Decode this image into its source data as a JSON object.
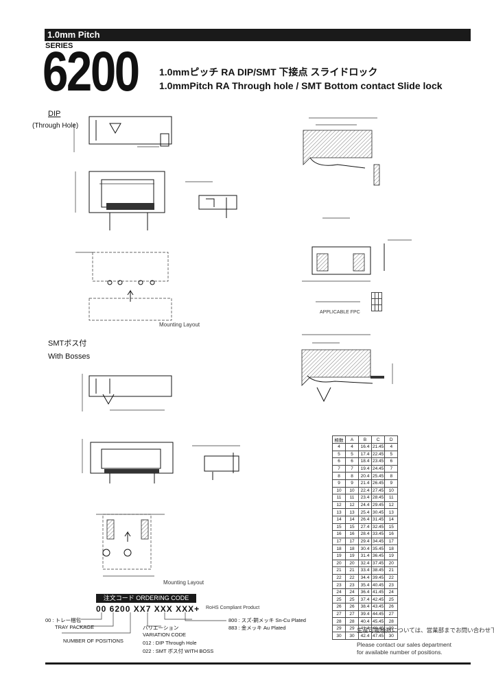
{
  "header": {
    "pitch": "1.0mm Pitch",
    "series_label": "SERIES",
    "series_number": "6200",
    "title_jp": "1.0mmピッチ RA DIP/SMT 下接点 スライドロック",
    "title_en": "1.0mmPitch RA Through hole / SMT Bottom contact Slide lock"
  },
  "sections": {
    "dip_label": "DIP",
    "dip_sub": "(Through Hole)",
    "smt_label": "SMTボス付",
    "smt_sub": "With Bosses",
    "mounting_layout_1": "Mounting Layout",
    "mounting_layout_2": "Mounting Layout",
    "applicable_fpc": "APPLICABLE FPC"
  },
  "dims_table": {
    "headers": [
      "極数",
      "A",
      "B",
      "C",
      "D"
    ],
    "rows": [
      [
        "4",
        "4",
        "16.4",
        "21.45",
        "4"
      ],
      [
        "5",
        "5",
        "17.4",
        "22.45",
        "5"
      ],
      [
        "6",
        "6",
        "18.4",
        "23.45",
        "6"
      ],
      [
        "7",
        "7",
        "19.4",
        "24.45",
        "7"
      ],
      [
        "8",
        "8",
        "20.4",
        "25.45",
        "8"
      ],
      [
        "9",
        "9",
        "21.4",
        "26.45",
        "9"
      ],
      [
        "10",
        "10",
        "22.4",
        "27.45",
        "10"
      ],
      [
        "11",
        "11",
        "23.4",
        "28.45",
        "11"
      ],
      [
        "12",
        "12",
        "24.4",
        "29.45",
        "12"
      ],
      [
        "13",
        "13",
        "25.4",
        "30.45",
        "13"
      ],
      [
        "14",
        "14",
        "26.4",
        "31.45",
        "14"
      ],
      [
        "15",
        "15",
        "27.4",
        "32.45",
        "15"
      ],
      [
        "16",
        "16",
        "28.4",
        "33.45",
        "16"
      ],
      [
        "17",
        "17",
        "29.4",
        "34.45",
        "17"
      ],
      [
        "18",
        "18",
        "30.4",
        "35.45",
        "18"
      ],
      [
        "19",
        "19",
        "31.4",
        "36.45",
        "19"
      ],
      [
        "20",
        "20",
        "32.4",
        "37.45",
        "20"
      ],
      [
        "21",
        "21",
        "33.4",
        "38.45",
        "21"
      ],
      [
        "22",
        "22",
        "34.4",
        "39.45",
        "22"
      ],
      [
        "23",
        "23",
        "35.4",
        "40.45",
        "23"
      ],
      [
        "24",
        "24",
        "36.4",
        "41.45",
        "24"
      ],
      [
        "25",
        "25",
        "37.4",
        "42.45",
        "25"
      ],
      [
        "26",
        "26",
        "38.4",
        "43.45",
        "26"
      ],
      [
        "27",
        "27",
        "39.4",
        "44.45",
        "27"
      ],
      [
        "28",
        "28",
        "40.4",
        "45.45",
        "28"
      ],
      [
        "29",
        "29",
        "41.4",
        "46.45",
        "29"
      ],
      [
        "30",
        "30",
        "42.4",
        "47.45",
        "30"
      ]
    ]
  },
  "ordering": {
    "bar": "注文コード ORDERING CODE",
    "code": "00 6200 XX7 XXX XXX+",
    "rohs": "RoHS Compliant Product",
    "tray": "00 : トレー梱包",
    "tray_en": "TRAY PACKAGE",
    "positions": "NUMBER OF POSITIONS",
    "variation_jp": "バリエーション",
    "variation_en": "VARIATION CODE",
    "var_012": "012 : DIP Through Hole",
    "var_022": "022 : SMT ボス付 WITH BOSS",
    "plating_800": "800 : スズ-銅メッキ Sn-Cu Plated",
    "plating_883": "883 : 金メッキ Au Plated"
  },
  "notes": {
    "jp": "生産可能極数については、営業部までお問い合わせ下さい。",
    "en_1": "Please contact our sales department",
    "en_2": "for available number of positions."
  }
}
